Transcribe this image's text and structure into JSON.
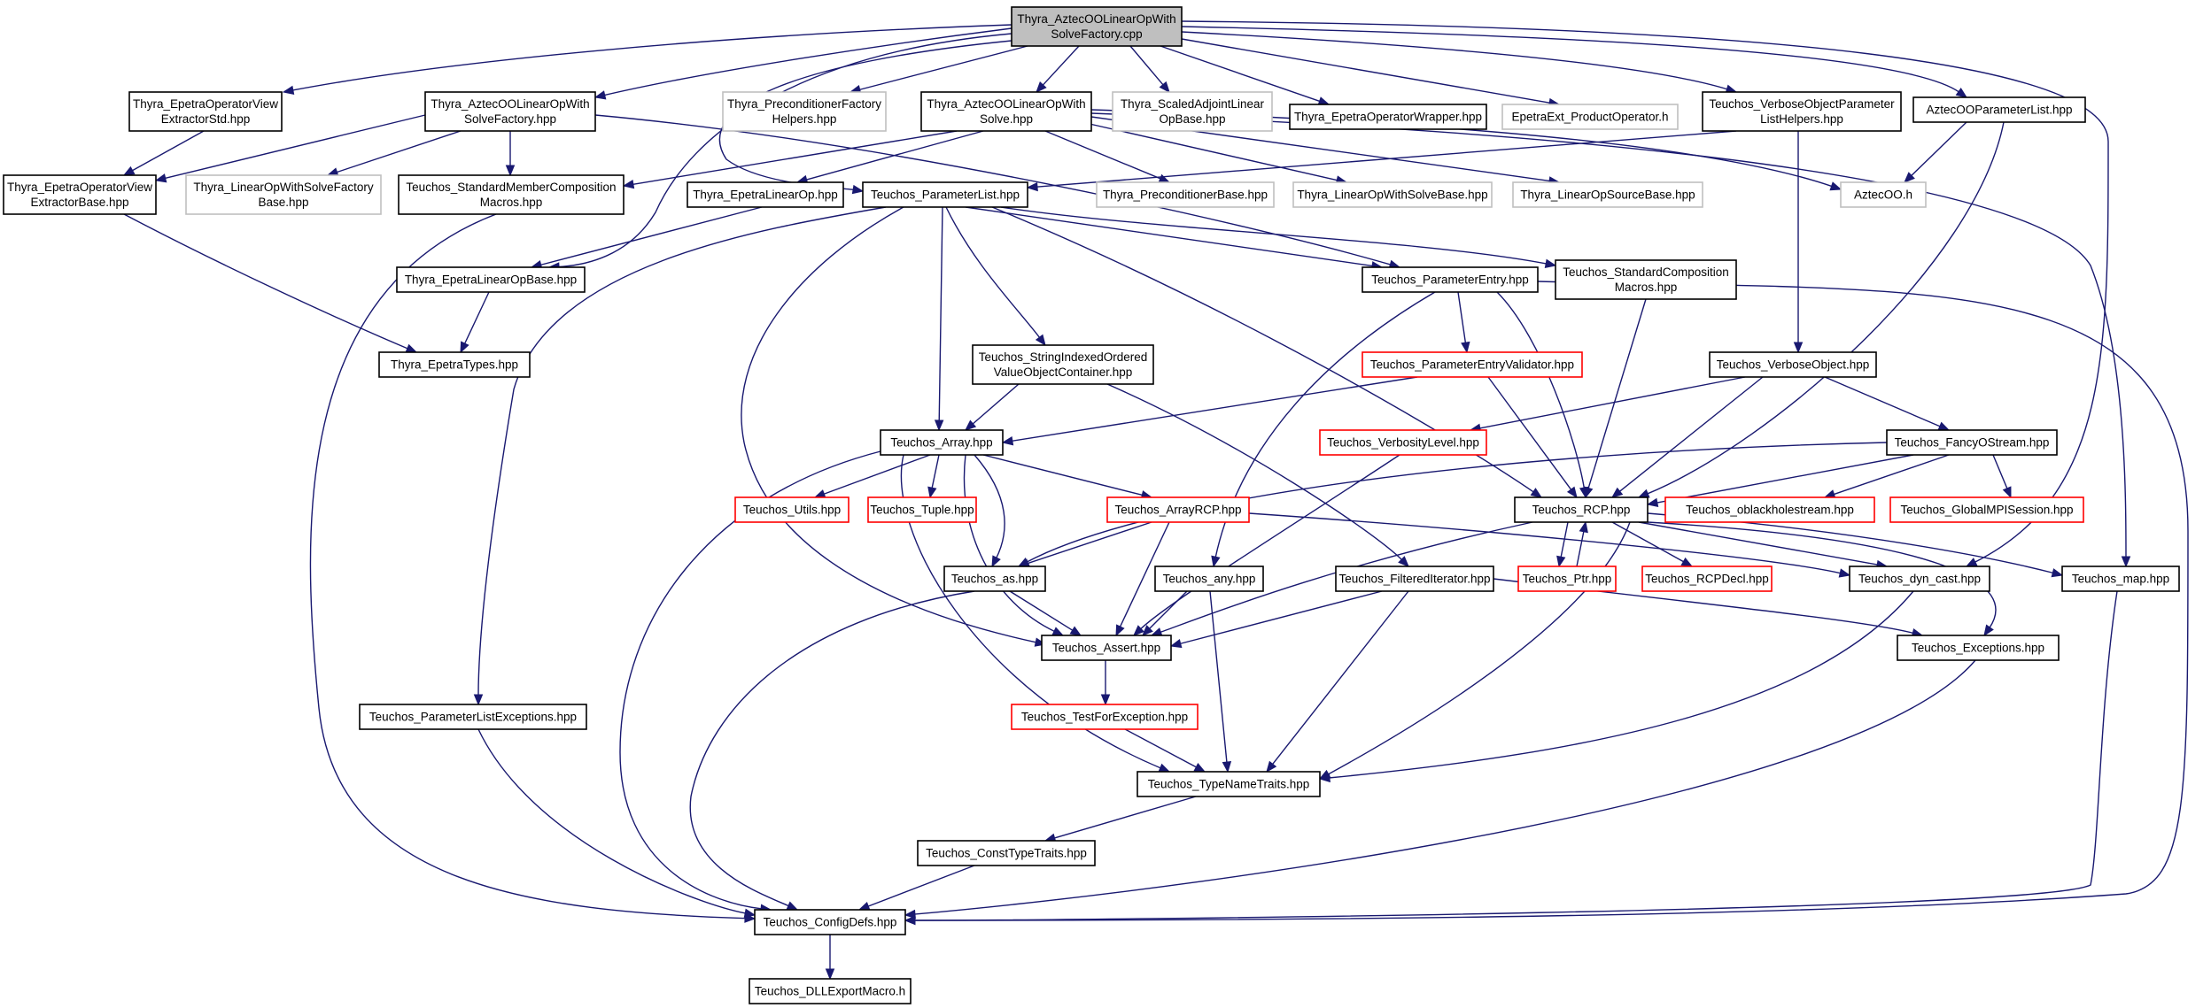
{
  "colors": {
    "edge": "#191970",
    "node_border": "#000000",
    "node_border_red": "#ff0000",
    "node_border_gray": "#bfbfbf",
    "root_fill": "#bfbfbf",
    "node_fill": "#ffffff"
  },
  "nodes": [
    {
      "id": "root",
      "lines": [
        "Thyra_AztecOOLinearOpWith",
        "SolveFactory.cpp"
      ],
      "style": "root"
    },
    {
      "id": "n1",
      "lines": [
        "Thyra_EpetraOperatorView",
        "ExtractorStd.hpp"
      ],
      "style": "black"
    },
    {
      "id": "n2",
      "lines": [
        "Thyra_AztecOOLinearOpWith",
        "SolveFactory.hpp"
      ],
      "style": "black"
    },
    {
      "id": "n3",
      "lines": [
        "Thyra_PreconditionerFactory",
        "Helpers.hpp"
      ],
      "style": "gray"
    },
    {
      "id": "n4",
      "lines": [
        "Thyra_AztecOOLinearOpWith",
        "Solve.hpp"
      ],
      "style": "black"
    },
    {
      "id": "n5",
      "lines": [
        "Thyra_ScaledAdjointLinear",
        "OpBase.hpp"
      ],
      "style": "gray"
    },
    {
      "id": "n6",
      "lines": [
        "Thyra_EpetraOperatorWrapper.hpp"
      ],
      "style": "black"
    },
    {
      "id": "n7",
      "lines": [
        "EpetraExt_ProductOperator.h"
      ],
      "style": "gray"
    },
    {
      "id": "n8",
      "lines": [
        "Teuchos_VerboseObjectParameter",
        "ListHelpers.hpp"
      ],
      "style": "black"
    },
    {
      "id": "n9",
      "lines": [
        "AztecOOParameterList.hpp"
      ],
      "style": "black"
    },
    {
      "id": "n10",
      "lines": [
        "Thyra_EpetraOperatorView",
        "ExtractorBase.hpp"
      ],
      "style": "black"
    },
    {
      "id": "n11",
      "lines": [
        "Thyra_LinearOpWithSolveFactory",
        "Base.hpp"
      ],
      "style": "gray"
    },
    {
      "id": "n12",
      "lines": [
        "Teuchos_StandardMemberComposition",
        "Macros.hpp"
      ],
      "style": "black"
    },
    {
      "id": "n13",
      "lines": [
        "Thyra_EpetraLinearOp.hpp"
      ],
      "style": "black"
    },
    {
      "id": "n14",
      "lines": [
        "Teuchos_ParameterList.hpp"
      ],
      "style": "black"
    },
    {
      "id": "n15",
      "lines": [
        "Thyra_PreconditionerBase.hpp"
      ],
      "style": "gray"
    },
    {
      "id": "n16",
      "lines": [
        "Thyra_LinearOpWithSolveBase.hpp"
      ],
      "style": "gray"
    },
    {
      "id": "n17",
      "lines": [
        "Thyra_LinearOpSourceBase.hpp"
      ],
      "style": "gray"
    },
    {
      "id": "n18",
      "lines": [
        "AztecOO.h"
      ],
      "style": "gray"
    },
    {
      "id": "n19",
      "lines": [
        "Thyra_EpetraLinearOpBase.hpp"
      ],
      "style": "black"
    },
    {
      "id": "n20",
      "lines": [
        "Teuchos_ParameterEntry.hpp"
      ],
      "style": "black"
    },
    {
      "id": "n21",
      "lines": [
        "Teuchos_StandardComposition",
        "Macros.hpp"
      ],
      "style": "black"
    },
    {
      "id": "n22",
      "lines": [
        "Thyra_EpetraTypes.hpp"
      ],
      "style": "black"
    },
    {
      "id": "n23",
      "lines": [
        "Teuchos_StringIndexedOrdered",
        "ValueObjectContainer.hpp"
      ],
      "style": "black"
    },
    {
      "id": "n24",
      "lines": [
        "Teuchos_ParameterEntryValidator.hpp"
      ],
      "style": "red"
    },
    {
      "id": "n25",
      "lines": [
        "Teuchos_VerboseObject.hpp"
      ],
      "style": "black"
    },
    {
      "id": "n26",
      "lines": [
        "Teuchos_Array.hpp"
      ],
      "style": "black"
    },
    {
      "id": "n27",
      "lines": [
        "Teuchos_VerbosityLevel.hpp"
      ],
      "style": "red"
    },
    {
      "id": "n28",
      "lines": [
        "Teuchos_FancyOStream.hpp"
      ],
      "style": "black"
    },
    {
      "id": "n29",
      "lines": [
        "Teuchos_Utils.hpp"
      ],
      "style": "red"
    },
    {
      "id": "n30",
      "lines": [
        "Teuchos_Tuple.hpp"
      ],
      "style": "red"
    },
    {
      "id": "n31",
      "lines": [
        "Teuchos_ArrayRCP.hpp"
      ],
      "style": "red"
    },
    {
      "id": "n32",
      "lines": [
        "Teuchos_RCP.hpp"
      ],
      "style": "black"
    },
    {
      "id": "n33",
      "lines": [
        "Teuchos_oblackholestream.hpp"
      ],
      "style": "red"
    },
    {
      "id": "n34",
      "lines": [
        "Teuchos_GlobalMPISession.hpp"
      ],
      "style": "red"
    },
    {
      "id": "n35",
      "lines": [
        "Teuchos_as.hpp"
      ],
      "style": "black"
    },
    {
      "id": "n36",
      "lines": [
        "Teuchos_any.hpp"
      ],
      "style": "black"
    },
    {
      "id": "n37",
      "lines": [
        "Teuchos_FilteredIterator.hpp"
      ],
      "style": "black"
    },
    {
      "id": "n38",
      "lines": [
        "Teuchos_Ptr.hpp"
      ],
      "style": "red"
    },
    {
      "id": "n39",
      "lines": [
        "Teuchos_RCPDecl.hpp"
      ],
      "style": "red"
    },
    {
      "id": "n40",
      "lines": [
        "Teuchos_dyn_cast.hpp"
      ],
      "style": "black"
    },
    {
      "id": "n41",
      "lines": [
        "Teuchos_map.hpp"
      ],
      "style": "black"
    },
    {
      "id": "n42",
      "lines": [
        "Teuchos_Assert.hpp"
      ],
      "style": "black"
    },
    {
      "id": "n43",
      "lines": [
        "Teuchos_Exceptions.hpp"
      ],
      "style": "black"
    },
    {
      "id": "n44",
      "lines": [
        "Teuchos_TestForException.hpp"
      ],
      "style": "red"
    },
    {
      "id": "n45",
      "lines": [
        "Teuchos_ParameterListExceptions.hpp"
      ],
      "style": "black"
    },
    {
      "id": "n46",
      "lines": [
        "Teuchos_TypeNameTraits.hpp"
      ],
      "style": "black"
    },
    {
      "id": "n47",
      "lines": [
        "Teuchos_ConstTypeTraits.hpp"
      ],
      "style": "black"
    },
    {
      "id": "n48",
      "lines": [
        "Teuchos_ConfigDefs.hpp"
      ],
      "style": "black"
    },
    {
      "id": "n49",
      "lines": [
        "Teuchos_DLLExportMacro.h"
      ],
      "style": "black"
    }
  ]
}
